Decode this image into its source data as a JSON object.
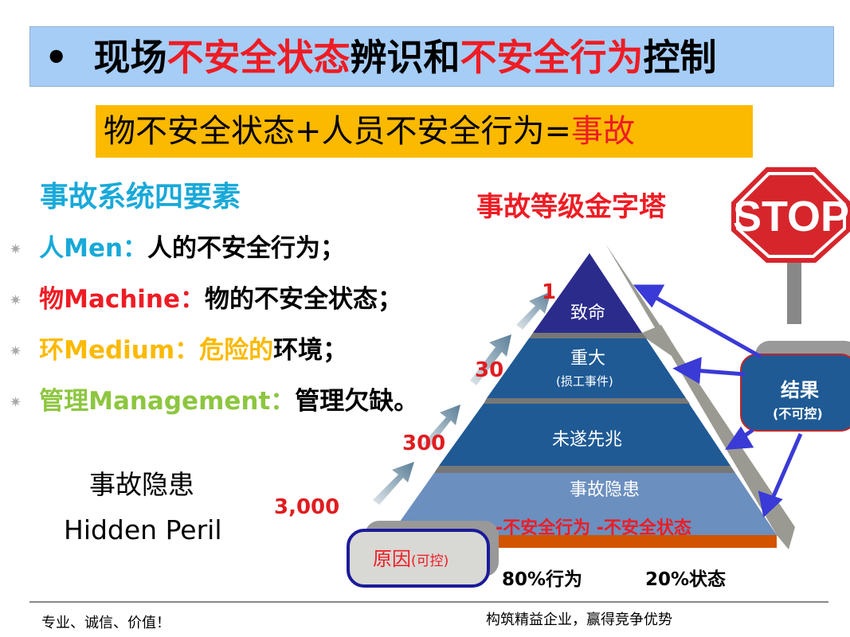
{
  "title": {
    "bullet": "•",
    "parts": [
      {
        "text": "现场",
        "red": false
      },
      {
        "text": "不安全状态",
        "red": true
      },
      {
        "text": "辨识和",
        "red": false
      },
      {
        "text": "不安全行为",
        "red": true
      },
      {
        "text": "控制",
        "red": false
      }
    ]
  },
  "formula": {
    "text": "物不安全状态+人员不安全行为=",
    "result": "事故"
  },
  "system": {
    "heading": "事故系统四要素",
    "items": [
      {
        "label": "人Men：",
        "desc": "人的不安全行为；",
        "color": "#18a9d8",
        "desc_color": "#000000"
      },
      {
        "label": "物Machine：",
        "desc": "物的不安全状态；",
        "color": "#ee1c24",
        "desc_color": "#000000"
      },
      {
        "label": "环Medium：",
        "desc_a": "危险的",
        "desc": "环境；",
        "color": "#fbb900",
        "desc_color": "#000000"
      },
      {
        "label": "管理Management：",
        "desc": "管理欠缺。",
        "color": "#8dc63f",
        "desc_color": "#000000"
      }
    ]
  },
  "peril": {
    "cn": "事故隐患",
    "en": "Hidden Peril"
  },
  "pyramid": {
    "title": "事故等级金字塔",
    "levels": [
      {
        "label": "致命",
        "count": "1"
      },
      {
        "label": "重大",
        "sub": "(损工事件)",
        "count": "30"
      },
      {
        "label": "未遂先兆",
        "count": "300"
      },
      {
        "label": "事故隐患",
        "sub": "-不安全行为  -不安全状态",
        "count": "3,000"
      }
    ],
    "result": {
      "label": "结果",
      "sub": "(不可控)"
    },
    "cause": {
      "label": "原因",
      "sub": "(可控)"
    },
    "behavior": "80%行为",
    "state": "20%状态"
  },
  "stop_sign": "STOP",
  "footer": {
    "left": "专业、诚信、价值！",
    "right": "构筑精益企业，赢得竞争优势"
  },
  "colors": {
    "accent_red": "#ee1c24",
    "title_bg": "#a6cdf6",
    "formula_bg": "#fbb900",
    "pyramid_dark": "#2b2b8c",
    "pyramid_mid": "#1f5a95",
    "pyramid_light": "#6b8fbf",
    "arrow_blue": "#3a3ad6"
  }
}
